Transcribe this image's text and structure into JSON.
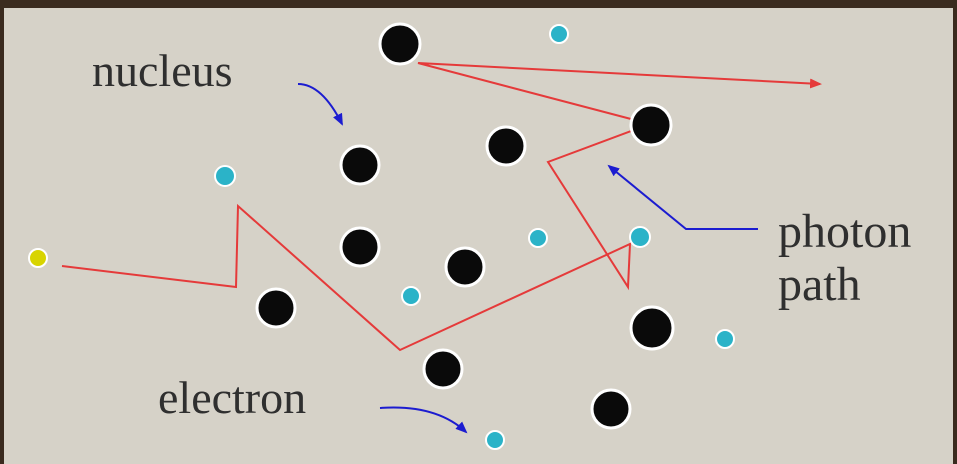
{
  "labels": {
    "nucleus": "nucleus",
    "photon_line1": "photon",
    "photon_line2": "path",
    "electron": "electron"
  },
  "colors": {
    "background": "#d6d2c8",
    "frame": "#3b2c1f",
    "nucleus": "#0a0a0a",
    "electron": "#2bb3c8",
    "photon_source": "#d8d400",
    "photon_path": "#e53a3a",
    "pointer_arrow": "#1c1cd0",
    "text": "#2f2f2f"
  },
  "icons": {
    "nucleus": "black-circle",
    "electron": "cyan-dot",
    "source": "yellow-dot"
  }
}
